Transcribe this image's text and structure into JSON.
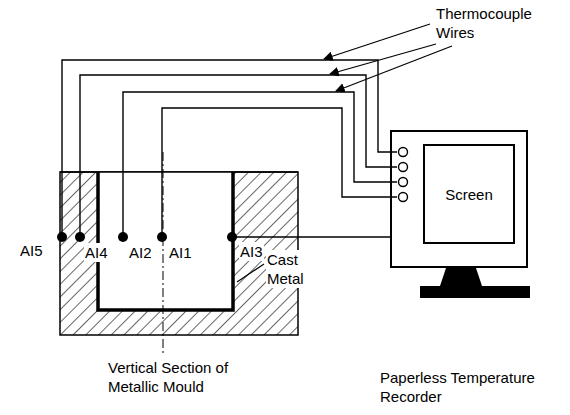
{
  "diagram": {
    "nodes": [
      {
        "text": [
          "Paperless Temperature Recorder"
        ]
      },
      {
        "text": [
          "Screen"
        ],
        "in": 0
      }
    ],
    "labels": [
      "Thermocouple Wires",
      "AI5",
      "AI4",
      "AI2",
      "AI1",
      "AI3",
      "Cast Metal",
      "Vertical Section of Metallic Mould"
    ]
  }
}
